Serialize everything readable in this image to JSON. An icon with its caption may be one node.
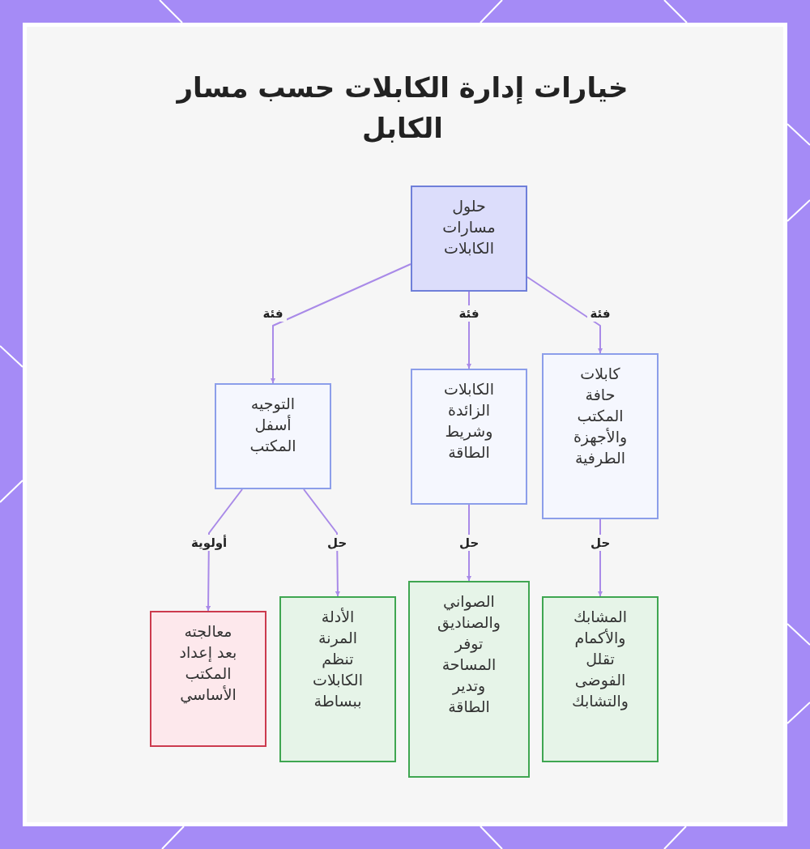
{
  "diagram": {
    "title": "خيارات إدارة الكابلات حسب مسار الكابل",
    "nodes": [
      {
        "text": [
          "حلول مسارات الكابلات"
        ]
      },
      {
        "text": [
          "كابلات حافة المكتب والأجهزة الطرفية"
        ]
      },
      {
        "text": [
          "الكابلات الزائدة وشريط الطاقة"
        ]
      },
      {
        "text": [
          "التوجيه أسفل المكتب"
        ]
      },
      {
        "text": [
          "المشابك والأكمام تقلل الفوضى والتشابك"
        ]
      },
      {
        "text": [
          "الصواني والصناديق توفر المساحة وتدير الطاقة"
        ]
      },
      {
        "text": [
          "الأدلة المرنة تنظم الكابلات ببساطة"
        ]
      },
      {
        "text": [
          "معالجته بعد إعداد المكتب الأساسي"
        ]
      }
    ],
    "edges": [
      {
        "from": 0,
        "to": 1,
        "arrow": "to",
        "label": "فئة"
      },
      {
        "from": 0,
        "to": 2,
        "arrow": "to",
        "label": "فئة"
      },
      {
        "from": 0,
        "to": 3,
        "arrow": "to",
        "label": "فئة"
      },
      {
        "from": 1,
        "to": 4,
        "arrow": "to",
        "label": "حل"
      },
      {
        "from": 2,
        "to": 5,
        "arrow": "to",
        "label": "حل"
      },
      {
        "from": 3,
        "to": 6,
        "arrow": "to",
        "label": "حل"
      },
      {
        "from": 3,
        "to": 7,
        "arrow": "to",
        "label": "أولوية"
      }
    ]
  }
}
